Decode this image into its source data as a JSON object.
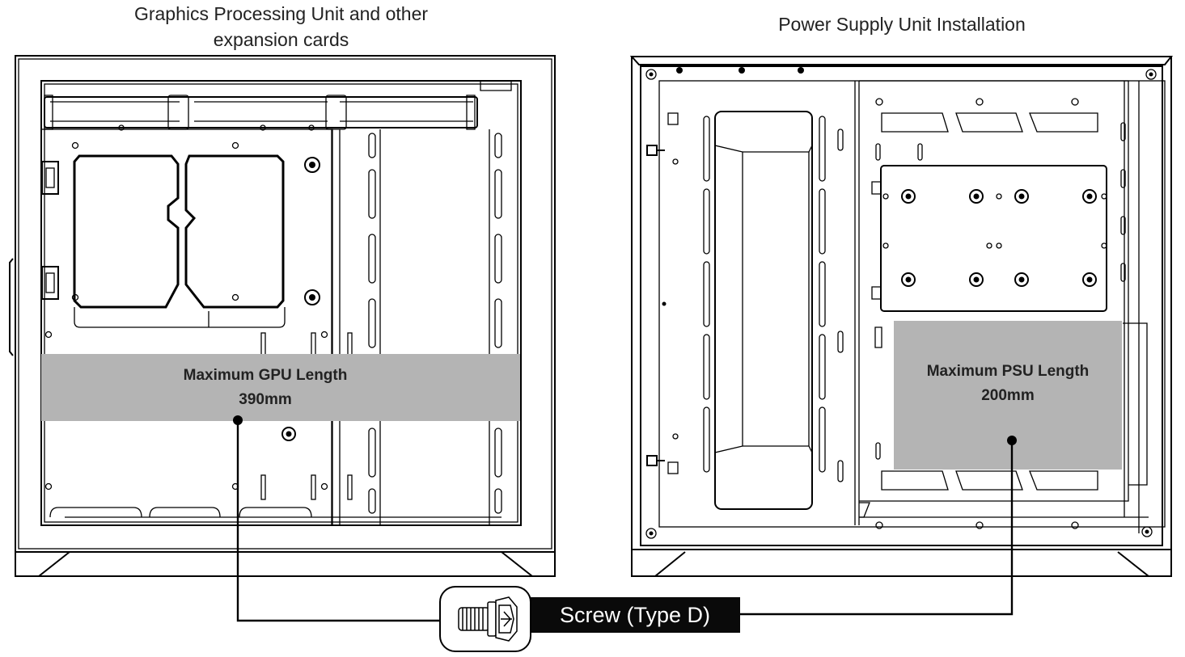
{
  "titles": {
    "left": "Graphics Processing Unit and other expansion cards",
    "right": "Power Supply Unit Installation"
  },
  "gpu_band": {
    "heading": "Maximum GPU Length",
    "value": "390mm"
  },
  "psu_band": {
    "heading": "Maximum PSU Length",
    "value": "200mm"
  },
  "screw": {
    "label": "Screw (Type D)",
    "icon": "screw-icon"
  },
  "colors": {
    "band": "#b4b4b4",
    "line": "#000000",
    "label_bg": "#0a0a0a",
    "label_text": "#ffffff"
  }
}
